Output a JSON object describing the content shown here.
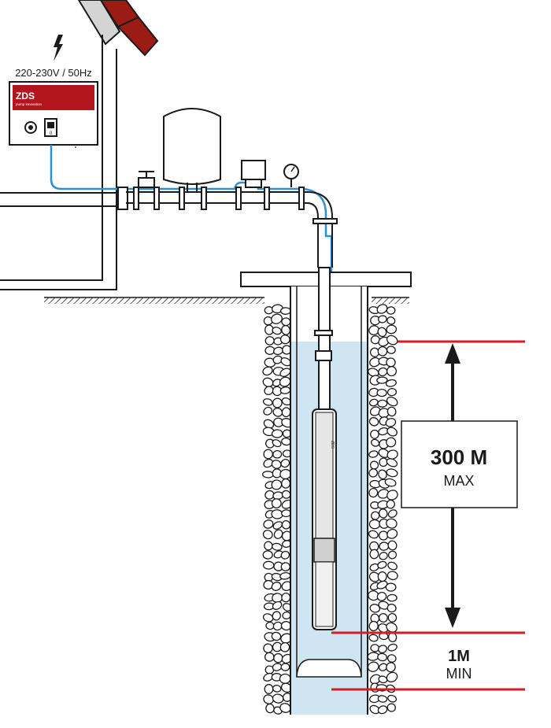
{
  "supply": {
    "voltage_label": "220-230V / 50Hz",
    "controller_brand": "ZDS",
    "controller_tagline": "pump innovation",
    "switch_mark": "0"
  },
  "depth": {
    "max_value": "300 M",
    "max_unit": "MAX",
    "min_value": "1M",
    "min_unit": "MIN"
  },
  "pump": {
    "body_label": "ZDS"
  },
  "colors": {
    "roof": "#9a1c14",
    "controller": "#b3151c",
    "cable": "#2f8fd0",
    "water": "#cfe6f2",
    "marker_line": "#d21f26",
    "outline": "#1a1a1a"
  }
}
